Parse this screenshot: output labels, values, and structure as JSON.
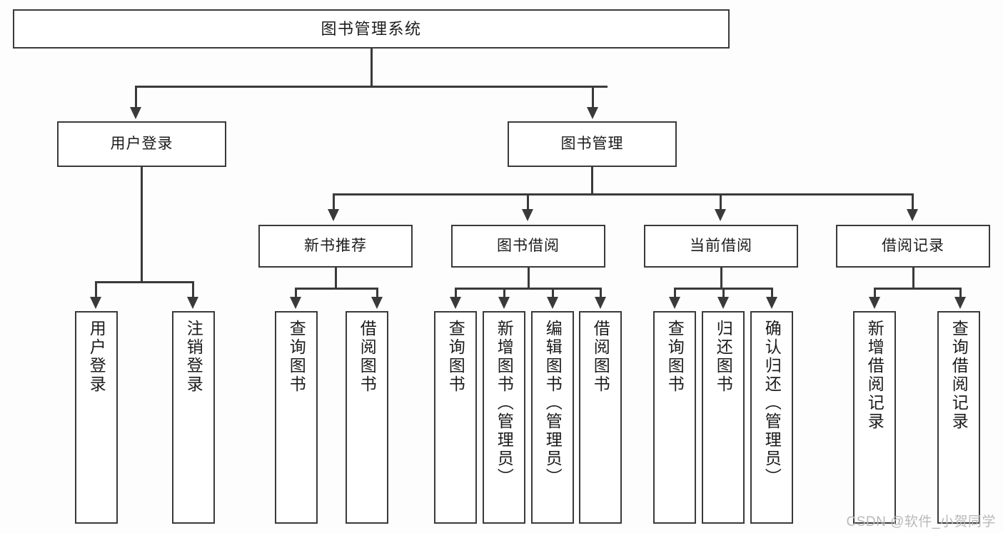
{
  "diagram": {
    "type": "tree",
    "title": "图书管理系统",
    "watermark": "CSDN @软件_小贺同学",
    "colors": {
      "background": "#fdfdfd",
      "box_fill": "#ffffff",
      "line": "#3a3a3a",
      "text": "#1b1b1b",
      "watermark": "#b9b9b9"
    },
    "nodes": {
      "root": {
        "label": "图书管理系统"
      },
      "level2": [
        {
          "id": "user-login",
          "label": "用户登录"
        },
        {
          "id": "book-management",
          "label": "图书管理"
        }
      ],
      "level3": [
        {
          "id": "new-book-recommend",
          "label": "新书推荐"
        },
        {
          "id": "book-borrow",
          "label": "图书借阅"
        },
        {
          "id": "current-borrow",
          "label": "当前借阅"
        },
        {
          "id": "borrow-record",
          "label": "借阅记录"
        }
      ],
      "leaves": {
        "user_login": [
          {
            "id": "leaf-user-login",
            "label": "用户登录"
          },
          {
            "id": "leaf-logout-login",
            "label": "注销登录"
          }
        ],
        "new_book_recommend": [
          {
            "id": "leaf-query-book-1",
            "label": "查询图书"
          },
          {
            "id": "leaf-borrow-book-1",
            "label": "借阅图书"
          }
        ],
        "book_borrow": [
          {
            "id": "leaf-query-book-2",
            "label": "查询图书"
          },
          {
            "id": "leaf-add-book-admin",
            "label": "新增图书（管理员）"
          },
          {
            "id": "leaf-edit-book-admin",
            "label": "编辑图书（管理员）"
          },
          {
            "id": "leaf-borrow-book-2",
            "label": "借阅图书"
          }
        ],
        "current_borrow": [
          {
            "id": "leaf-query-book-3",
            "label": "查询图书"
          },
          {
            "id": "leaf-return-book",
            "label": "归还图书"
          },
          {
            "id": "leaf-confirm-return-admin",
            "label": "确认归还（管理员）"
          }
        ],
        "borrow_record": [
          {
            "id": "leaf-add-borrow-record",
            "label": "新增借阅记录"
          },
          {
            "id": "leaf-query-borrow-record",
            "label": "查询借阅记录"
          }
        ]
      }
    }
  }
}
